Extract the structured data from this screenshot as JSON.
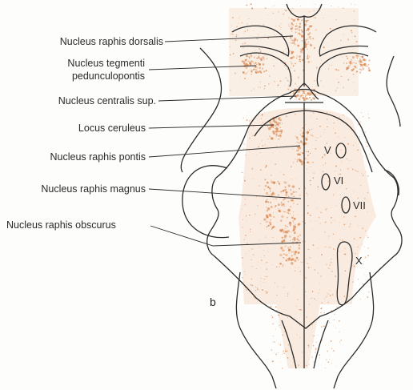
{
  "labels": {
    "raphis_dorsalis": "Nucleus raphis dorsalis",
    "tegmenti_line1": "Nucleus tegmenti",
    "tegmenti_line2": "pedunculopontis",
    "centralis_sup": "Nucleus centralis sup.",
    "locus_ceruleus": "Locus ceruleus",
    "raphis_pontis": "Nucleus raphis pontis",
    "raphis_magnus": "Nucleus raphis magnus",
    "raphis_obscurus": "Nucleus raphis obscurus"
  },
  "cranial_nerve_nuclei": {
    "v": "V",
    "vi": "VI",
    "vii": "VII",
    "x": "X"
  },
  "panel_letter": "b",
  "colors": {
    "stipple": "#d9834a",
    "outline": "#2b2b2b",
    "text": "#2a2a2a"
  }
}
